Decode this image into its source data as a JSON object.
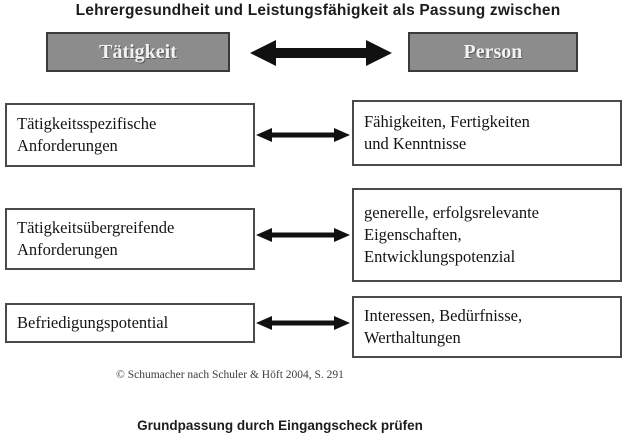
{
  "title": "Lehrergesundheit und Leistungsfähigkeit als Passung zwischen",
  "headers": {
    "left": "Tätigkeit",
    "right": "Person"
  },
  "rows": [
    {
      "left": {
        "lines": [
          "Tätigkeitsspezifische",
          "Anforderungen"
        ]
      },
      "right": {
        "lines": [
          "Fähigkeiten, Fertigkeiten",
          "und Kenntnisse"
        ]
      },
      "connector": "double-headed-arrow"
    },
    {
      "left": {
        "lines": [
          "Tätigkeitsübergreifende",
          "Anforderungen"
        ]
      },
      "right": {
        "lines": [
          "generelle, erfolgsrelevante",
          "Eigenschaften,",
          "Entwicklungspotenzial"
        ]
      },
      "connector": "double-headed-arrow"
    },
    {
      "left": {
        "lines": [
          "Befriedigungspotential"
        ]
      },
      "right": {
        "lines": [
          "Interessen, Bedürfnisse,",
          "Werthaltungen"
        ]
      },
      "connector": "double-headed-arrow"
    }
  ],
  "citation": "© Schumacher  nach Schuler & Höft 2004, S. 291",
  "caption": "Grundpassung durch Eingangscheck prüfen",
  "colors": {
    "header_fill": "#8c8c8c",
    "header_border": "#3a3a3a",
    "header_text": "#f2f2f2",
    "box_border": "#4a4a4a",
    "box_fill": "#ffffff",
    "text": "#141414",
    "arrow": "#111111",
    "background": "#ffffff"
  }
}
